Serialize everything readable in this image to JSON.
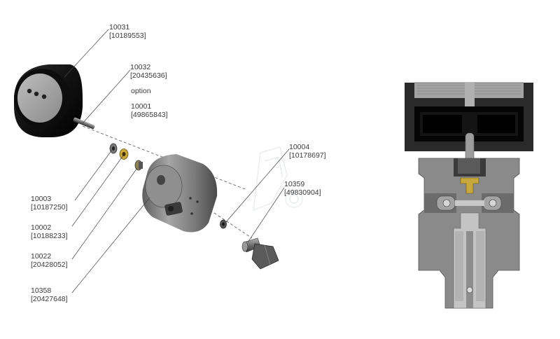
{
  "labels": [
    {
      "id": "10031",
      "part": "10031",
      "alt": "[10189553]"
    },
    {
      "id": "10032",
      "part": "10032",
      "alt": "[20435636]"
    },
    {
      "id": "option",
      "part": "option",
      "alt": ""
    },
    {
      "id": "10001",
      "part": "10001",
      "alt": "[49865843]"
    },
    {
      "id": "10004",
      "part": "10004",
      "alt": "[10178697]"
    },
    {
      "id": "10359",
      "part": "10359",
      "alt": "[49830904]"
    },
    {
      "id": "10003",
      "part": "10003",
      "alt": "[10187250]"
    },
    {
      "id": "10002",
      "part": "10002",
      "alt": "[10188233]"
    },
    {
      "id": "10022",
      "part": "10022",
      "alt": "[20428052]"
    },
    {
      "id": "10358",
      "part": "10358",
      "alt": "[20427648]"
    }
  ],
  "colors": {
    "body_gray": "#8c8c8c",
    "dark_gray": "#3d3d3d",
    "black": "#111111",
    "brass": "#c8a83c",
    "leader": "#444444"
  }
}
